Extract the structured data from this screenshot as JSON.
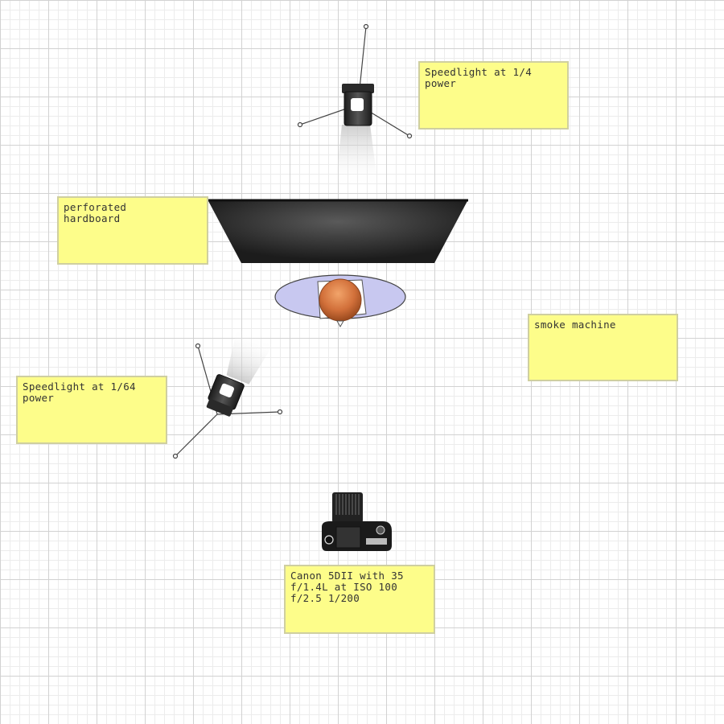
{
  "notes": {
    "speedlight_top": "Speedlight at 1/4\npower",
    "hardboard": "perforated\nhardboard",
    "smoke_machine": "smoke machine",
    "speedlight_left": "Speedlight at 1/64\npower",
    "camera": "Canon 5DII with 35\nf/1.4L at ISO 100\nf/2.5 1/200"
  },
  "icons": {
    "speedlight": "speedlight-on-stand-icon",
    "board": "perforated-hardboard-icon",
    "subject": "subject-head-icon",
    "camera": "dslr-camera-icon"
  },
  "colors": {
    "note_fill": "#fdfd8a",
    "note_border": "#cfcfa0",
    "board": "#2a2a2a",
    "subject_ellipse": "#c8c8f0",
    "subject_head": "#d0703a"
  }
}
